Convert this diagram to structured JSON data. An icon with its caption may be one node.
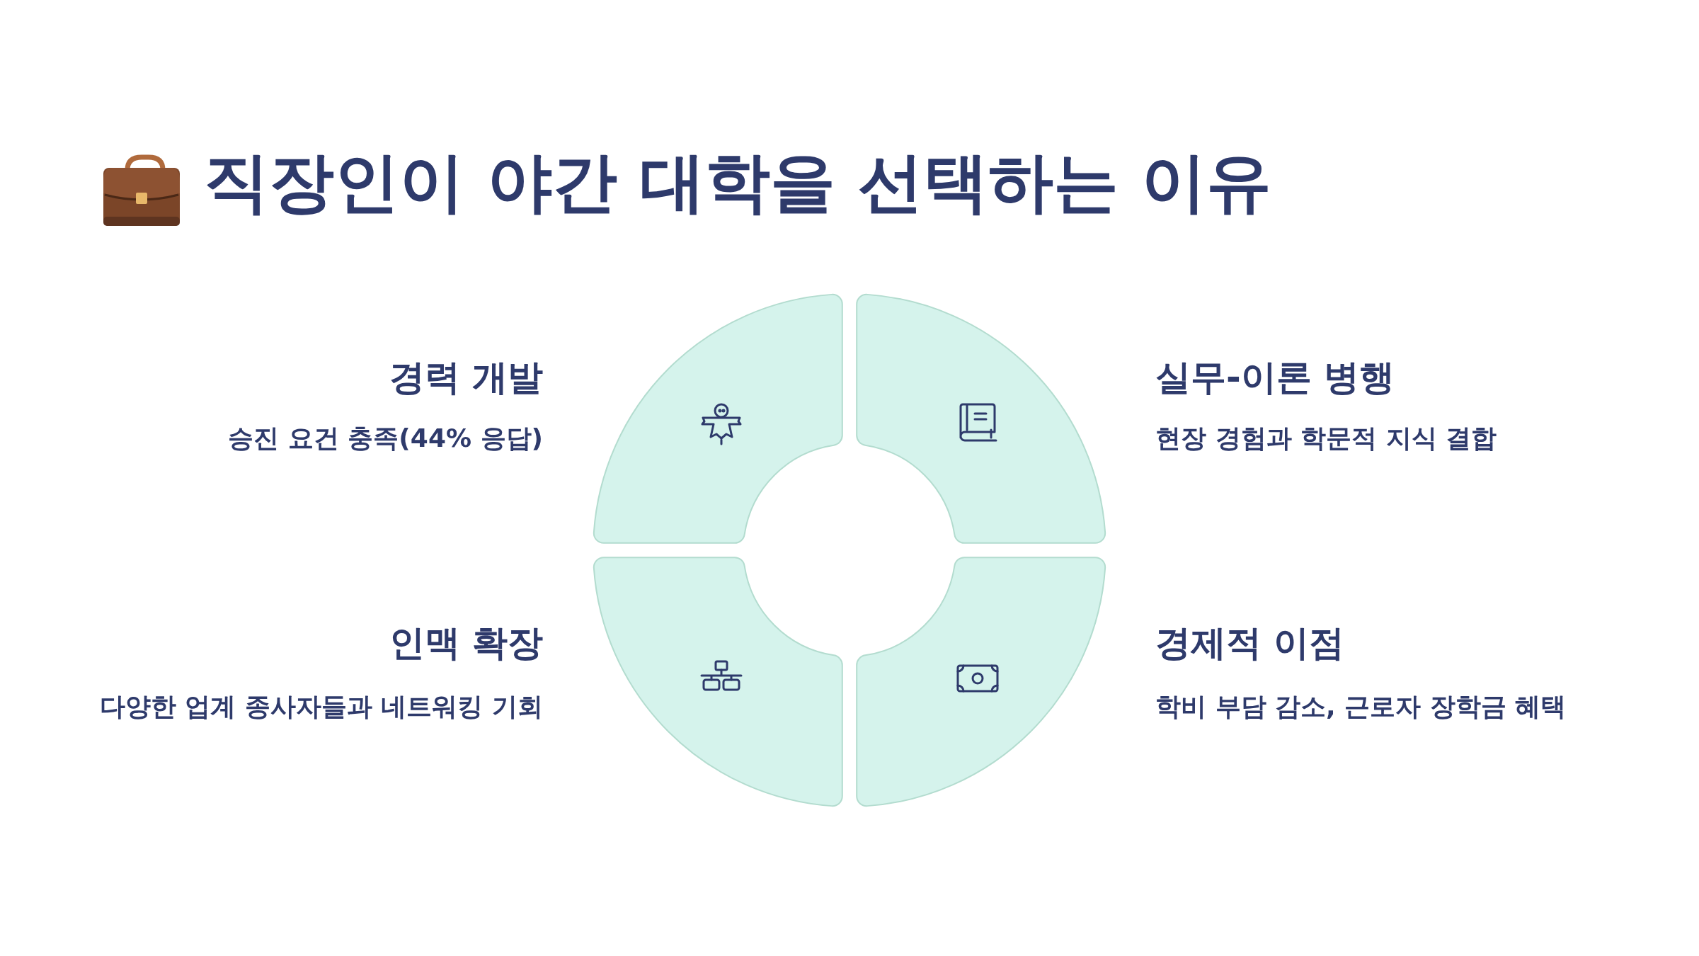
{
  "diagram": {
    "title": "직장인이 야간 대학을 선택하는 이유",
    "nodes": [
      {
        "text": [
          "경력 개발",
          "승진 요건 충족(**44%** 응답)"
        ]
      },
      {
        "text": [
          "실무-이론 병행",
          "현장 경험과 학문적 지식 결합"
        ]
      },
      {
        "text": [
          "인맥 확장",
          "다양한 업계 종사자들과 네트워킹 기회"
        ]
      },
      {
        "text": [
          "경제적 이점",
          "학비 부담 감소, 근로자 장학금 혜택"
        ]
      }
    ]
  }
}
